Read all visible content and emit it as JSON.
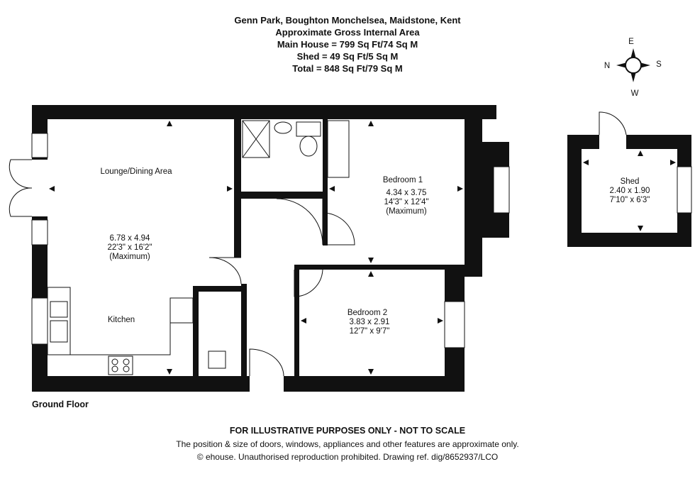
{
  "header": {
    "address": "Genn Park, Boughton Monchelsea, Maidstone, Kent",
    "area_title": "Approximate Gross Internal Area",
    "main_house": "Main House = 799 Sq Ft/74 Sq M",
    "shed": "Shed = 49 Sq Ft/5 Sq M",
    "total": "Total = 848 Sq Ft/79 Sq M"
  },
  "compass": {
    "n": "N",
    "e": "E",
    "s": "S",
    "w": "W"
  },
  "rooms": {
    "lounge": {
      "name": "Lounge/Dining Area",
      "metric": "6.78 x 4.94",
      "imperial": "22'3\" x 16'2\"",
      "note": "(Maximum)"
    },
    "kitchen": {
      "name": "Kitchen"
    },
    "bedroom1": {
      "name": "Bedroom 1",
      "metric": "4.34 x 3.75",
      "imperial": "14'3\" x 12'4\"",
      "note": "(Maximum)"
    },
    "bedroom2": {
      "name": "Bedroom 2",
      "metric": "3.83 x 2.91",
      "imperial": "12'7\" x 9'7\""
    },
    "shed": {
      "name": "Shed",
      "metric": "2.40 x 1.90",
      "imperial": "7'10\" x 6'3\""
    }
  },
  "floor_label": "Ground Floor",
  "footer": {
    "disclaimer": "FOR ILLUSTRATIVE PURPOSES ONLY - NOT TO SCALE",
    "note": "The position & size of doors, windows, appliances and other features are approximate only.",
    "copyright": "© ehouse. Unauthorised reproduction prohibited. Drawing ref. dig/8652937/LCO"
  }
}
